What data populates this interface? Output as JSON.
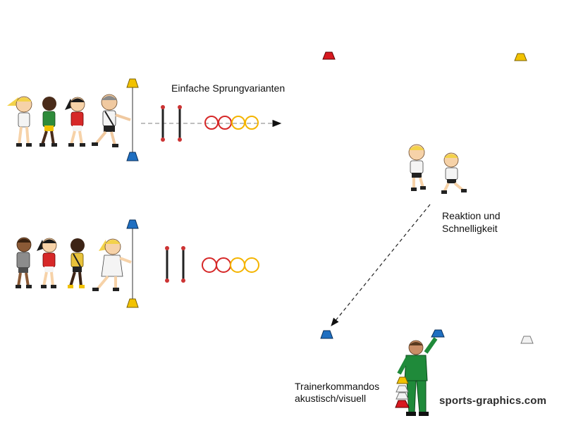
{
  "labels": {
    "station1": "Einfache Sprungvarianten",
    "reaction_line1": "Reaktion und",
    "reaction_line2": "Schnelligkeit",
    "trainer_line1": "Trainerkommandos",
    "trainer_line2": "akustisch/visuell",
    "brand": "sports-graphics.com"
  },
  "colors": {
    "cone_red": "#d71920",
    "cone_yellow": "#f2c200",
    "cone_blue": "#1f6fc1",
    "cone_white": "#f2f2f2",
    "ring_red": "#d62828",
    "ring_yellow": "#f4b400",
    "trainer_green": "#1f8a3a"
  },
  "rows": [
    {
      "players": [
        "girl-blonde",
        "boy-dark-green",
        "girl-red",
        "boy-white"
      ],
      "rings": [
        "red",
        "red",
        "yellow",
        "yellow"
      ],
      "top_cone": "yellow",
      "bottom_cone": "blue"
    },
    {
      "players": [
        "boy-brown",
        "girl-red",
        "boy-yellow",
        "girl-blonde-white"
      ],
      "rings": [
        "red",
        "red",
        "yellow",
        "yellow"
      ],
      "top_cone": "blue",
      "bottom_cone": "yellow"
    }
  ],
  "field_cones": [
    "red",
    "yellow",
    "blue",
    "white"
  ],
  "trainer_stack": [
    "yellow",
    "white",
    "white",
    "red"
  ]
}
